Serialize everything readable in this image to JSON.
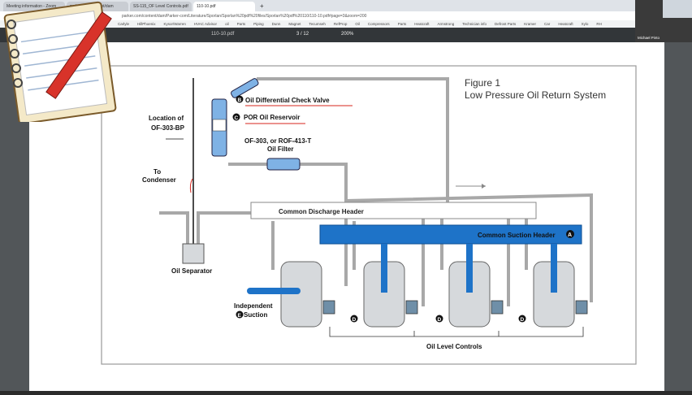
{
  "browser": {
    "tabs": [
      {
        "label": "Meeting information - Zoom"
      },
      {
        "label": "parker.com/content/dam"
      },
      {
        "label": "SS-115_OF Level Controls.pdf"
      },
      {
        "label": "110-10.pdf"
      }
    ],
    "new_tab": "+",
    "address": "parker.com/content/dam/Parker-com/Literature/Sporlan/Sporlan%20pdf%20files/Sporlan%20pdf%20110/110-10.pdf#page=3&zoom=200",
    "bookmarks": [
      "Carlyle",
      "HillPhoenix",
      "Kysor/Warren",
      "HVAC Advisor",
      "oil",
      "Parts",
      "Piping",
      "Dunn",
      "Magnet",
      "Tecumseh",
      "RefProp",
      "Oil",
      "Compressors",
      "Parts",
      "Heatcraft",
      "Armstrong",
      "Technician info",
      "Defrost Parts",
      "Kramer",
      "Car",
      "Heatcraft",
      "Xylo",
      "RH"
    ]
  },
  "pdf_toolbar": {
    "title": "110-10.pdf",
    "page_current": "3",
    "page_sep": "/",
    "page_total": "12",
    "zoom": "200%"
  },
  "webcam": {
    "name": "Michael Pinto"
  },
  "figure": {
    "title_line1": "Figure 1",
    "title_line2": "Low Pressure Oil Return System",
    "label_location_1": "Location of",
    "label_location_2": "OF-303-BP",
    "label_to_1": "To",
    "label_to_2": "Condenser",
    "label_check_valve": "Oil Differential Check Valve",
    "label_reservoir": "POR Oil Reservoir",
    "label_filter_1": "OF-303, or ROF-413-T",
    "label_filter_2": "Oil Filter",
    "label_discharge": "Common Discharge Header",
    "label_suction": "Common Suction Header",
    "label_separator": "Oil Separator",
    "label_independent_1": "Independent",
    "label_independent_2": "Suction",
    "label_level_controls": "Oil Level Controls",
    "badge_a": "A",
    "badge_b": "B",
    "badge_c": "C",
    "badge_d": "D",
    "badge_e": "E"
  },
  "colors": {
    "pipe": "#a8a8a8",
    "blue_header": "#1e73c8",
    "compressor": "#d6d9dc",
    "frame": "#9a9a9a",
    "annotation_red": "#d7261e"
  }
}
